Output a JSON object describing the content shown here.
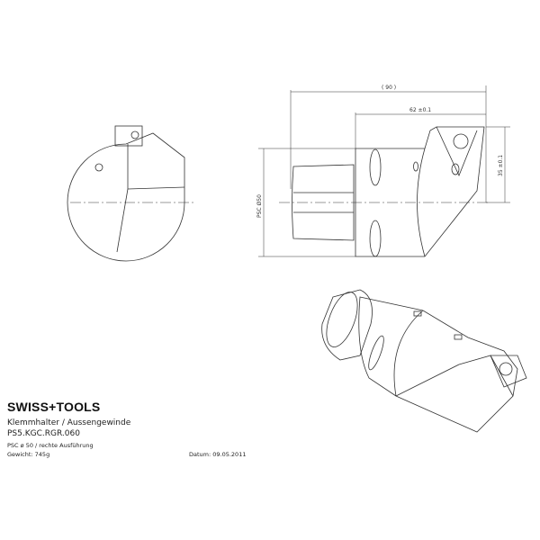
{
  "brand": "SWISS+TOOLS",
  "title": "Klemmhalter / Aussengewinde",
  "part_number": "PS5.KGC.RGR.060",
  "spec": "PSC ø 50 / rechte Ausführung",
  "weight": "Gewicht: 745g",
  "date": "Datum: 09.05.2011",
  "dimensions": {
    "overall_length": "( 90 )",
    "head_length": "62 ±0.1",
    "height": "35 ±0.1",
    "shank": "PSC Ø50"
  }
}
